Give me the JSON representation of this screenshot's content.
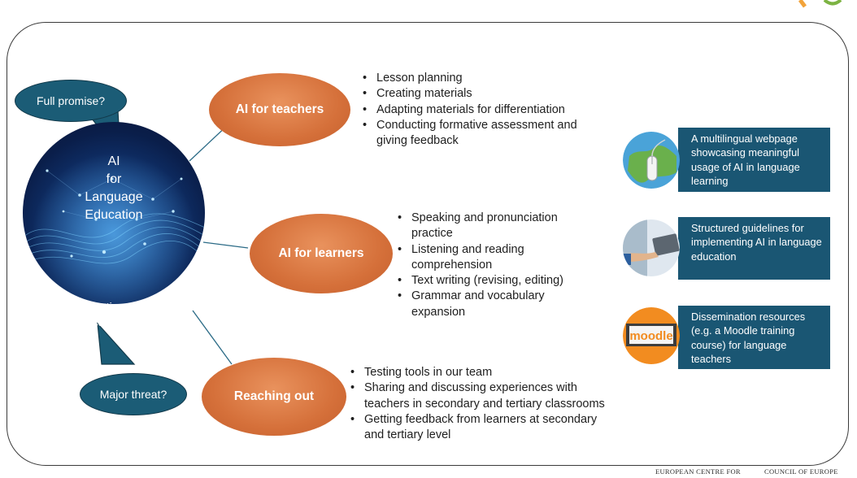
{
  "centre": {
    "title_lines": [
      "AI",
      "for",
      "Language",
      "Education"
    ],
    "subtitle_lines": [
      "effective and",
      "ethical use of AI"
    ]
  },
  "bubbles": {
    "top": "Full promise?",
    "bottom": "Major threat?"
  },
  "ovals": {
    "teachers": "AI for teachers",
    "learners": "AI for learners",
    "outreach": "Reaching out"
  },
  "lists": {
    "teachers": [
      "Lesson planning",
      "Creating materials",
      "Adapting materials for differentiation",
      "Conducting formative assessment and giving feedback"
    ],
    "learners": [
      "Speaking and pronunciation practice",
      "Listening and reading comprehension",
      "Text writing (revising, editing)",
      "Grammar and vocabulary expansion"
    ],
    "outreach": [
      "Testing tools in our team",
      "Sharing and discussing experiences with teachers in secondary and tertiary classrooms",
      "Getting feedback from learners at secondary and tertiary level"
    ]
  },
  "resources": [
    {
      "icon": "globe-mouse-icon",
      "text": "A multilingual webpage showcasing meaningful usage of AI in language learning"
    },
    {
      "icon": "tablet-hand-icon",
      "text": "Structured guidelines for implementing AI in language education"
    },
    {
      "icon": "moodle-icon",
      "text": "Dissemination resources (e.g. a Moodle training course) for language teachers",
      "logo": "moodle"
    }
  ],
  "footer": {
    "left": "EUROPEAN CENTRE FOR",
    "right": "COUNCIL OF EUROPE"
  },
  "colors": {
    "accent_orange": "#d5703a",
    "teal_dark": "#1a5673",
    "globe_navy": "#0a1e4a"
  }
}
